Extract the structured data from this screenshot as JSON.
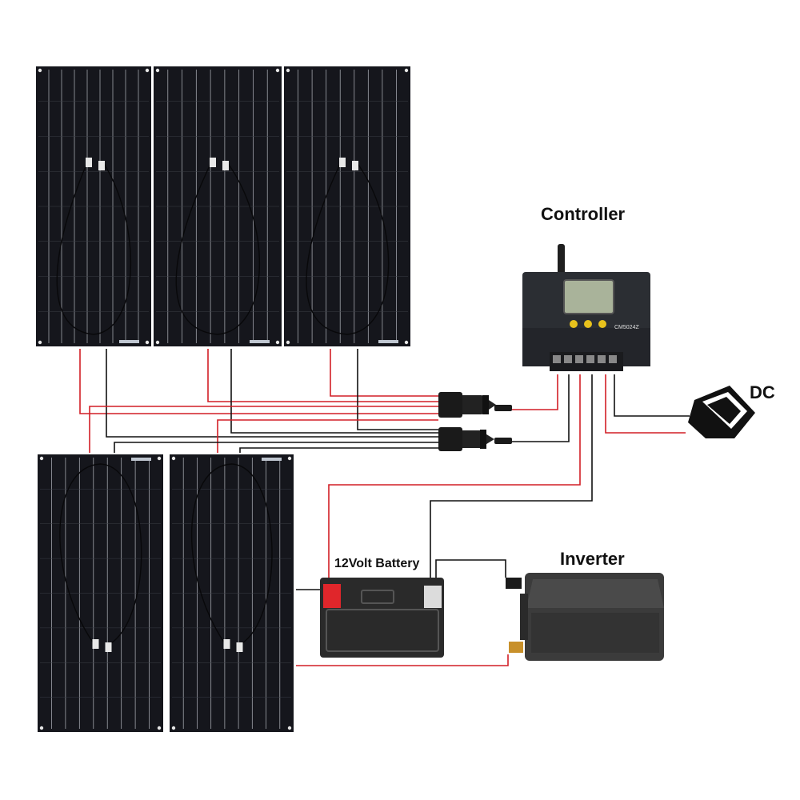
{
  "labels": {
    "controller": "Controller",
    "dc": "DC",
    "battery": "12Volt Battery",
    "inverter": "Inverter"
  },
  "controller_model": "CM5024Z",
  "colors": {
    "panel": "#15161c",
    "panel_line": "#cfd3da",
    "wire_red": "#d21f26",
    "wire_black": "#111111",
    "controller_body": "#2b2e33",
    "lcd": "#a9b39a",
    "button_yellow": "#e8c21c",
    "battery_body": "#2a2a2a",
    "terminal_red": "#e0262b",
    "inverter_body": "#3b3b3b"
  },
  "components": {
    "solar_panels": 5,
    "icons": [
      "solar-panel-icon",
      "charge-controller-icon",
      "dc-lamp-icon",
      "battery-icon",
      "inverter-icon",
      "mc4-branch-connector-icon"
    ]
  }
}
